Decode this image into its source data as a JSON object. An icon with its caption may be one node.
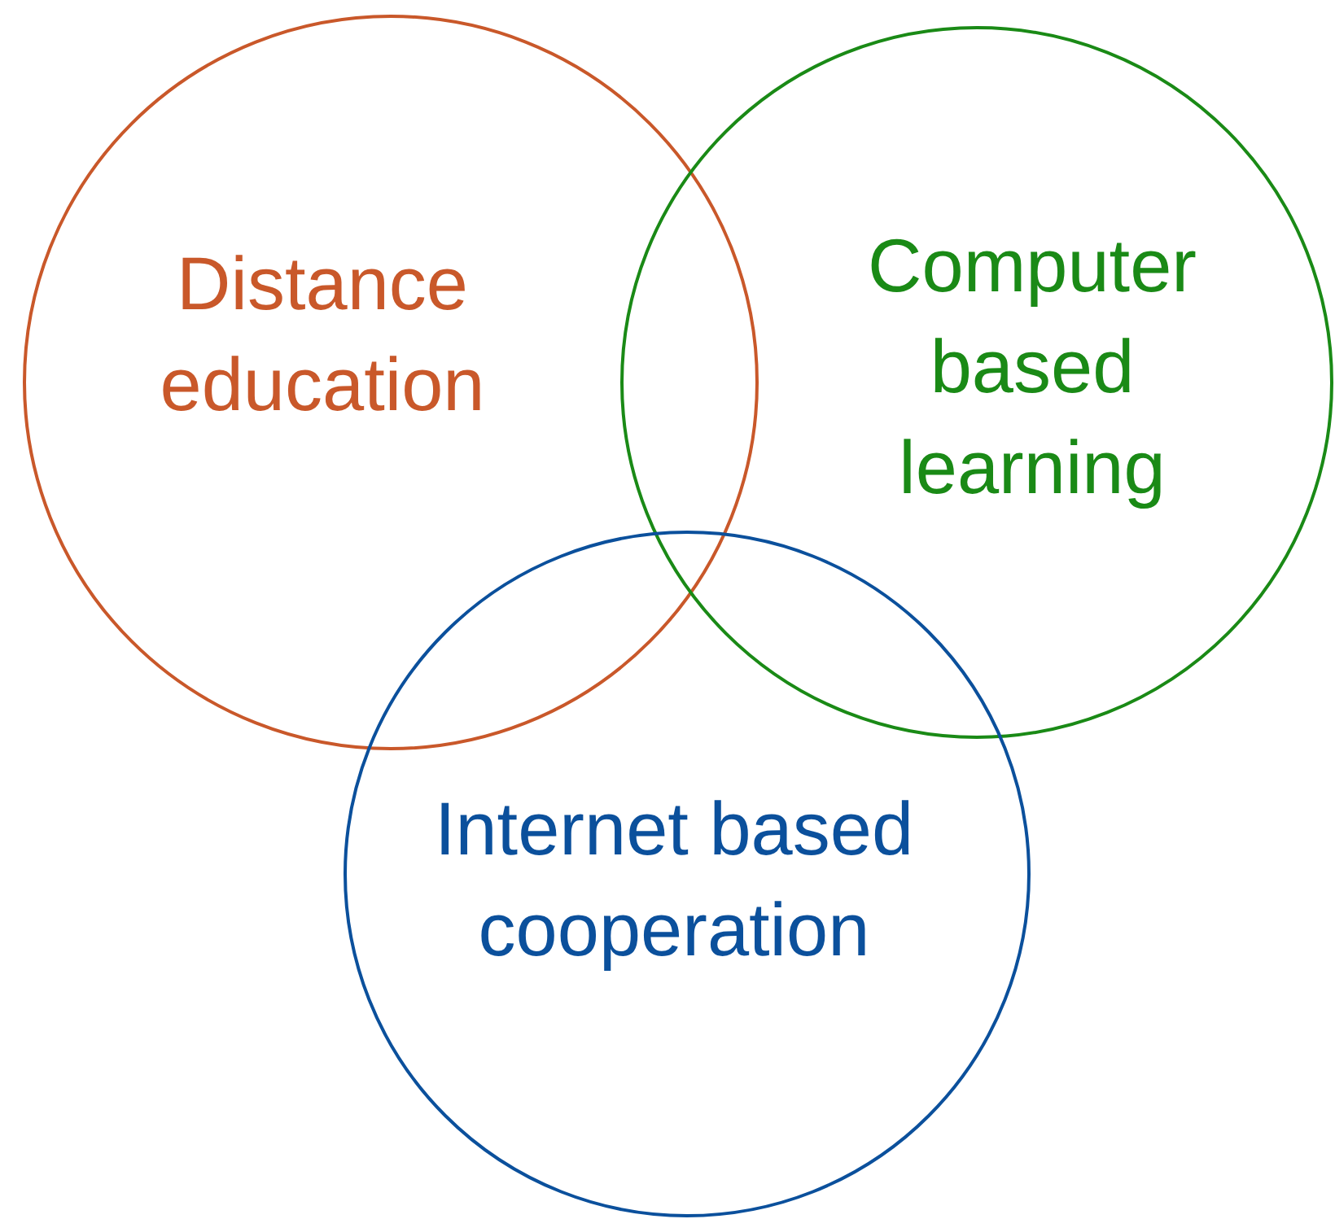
{
  "diagram": {
    "nodes": [
      {
        "text": [
          "Distance education"
        ]
      },
      {
        "text": [
          "Computer based learning"
        ]
      },
      {
        "text": [
          "Internet based cooperation"
        ]
      }
    ]
  }
}
